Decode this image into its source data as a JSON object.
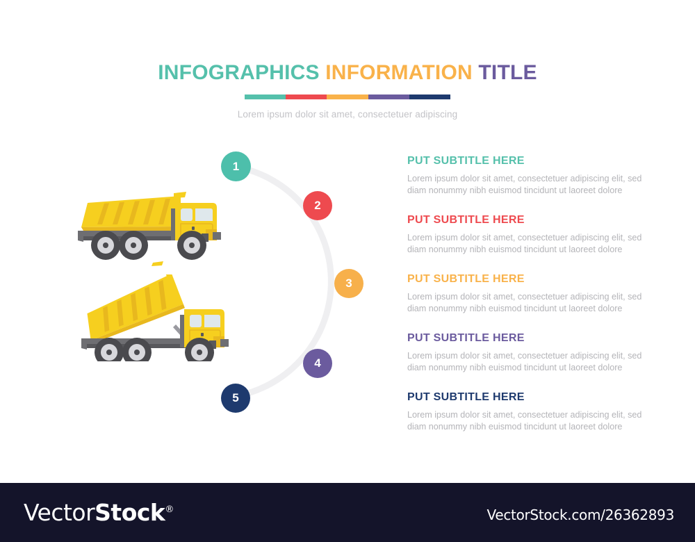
{
  "header": {
    "title_part1": "INFOGRAPHICS",
    "title_part2": "INFORMATION",
    "title_part3": "TITLE",
    "tagline": "Lorem ipsum dolor sit amet, consectetuer adipiscing",
    "rule_colors": [
      "#55c0ab",
      "#ee4a4f",
      "#f9b24a",
      "#6b5b9e",
      "#1e3a6e"
    ]
  },
  "palette": {
    "teal": "#55c0ab",
    "red": "#ee4a4f",
    "orange": "#f9b24a",
    "purple": "#6b5b9e",
    "navy": "#1e3a6e",
    "arc": "#efeff1",
    "body_text": "#b4b4b8",
    "footer_bg": "#14142a",
    "truck_yellow": "#f6cf1f",
    "truck_yellow_dark": "#e8b81e",
    "truck_gray": "#6e6e72",
    "truck_gray_dark": "#58585c",
    "tire": "#4a4a4e",
    "hub": "#d8d8dc",
    "window": "#dfe8ec"
  },
  "steps": [
    {
      "number": "1",
      "color": "#4dbfab"
    },
    {
      "number": "2",
      "color": "#ee4a4f"
    },
    {
      "number": "3",
      "color": "#f7b04b"
    },
    {
      "number": "4",
      "color": "#6b5b9e"
    },
    {
      "number": "5",
      "color": "#1e3a6e"
    }
  ],
  "blocks": [
    {
      "title": "PUT SUBTITLE HERE",
      "color": "#55c0ab",
      "description": "Lorem ipsum dolor sit amet, consectetuer adipiscing elit, sed diam nonummy nibh euismod tincidunt ut laoreet dolore"
    },
    {
      "title": "PUT SUBTITLE HERE",
      "color": "#ee4a4f",
      "description": "Lorem ipsum dolor sit amet, consectetuer adipiscing elit, sed diam nonummy nibh euismod tincidunt ut laoreet dolore"
    },
    {
      "title": "PUT SUBTITLE HERE",
      "color": "#f9b24a",
      "description": "Lorem ipsum dolor sit amet, consectetuer adipiscing elit, sed diam nonummy nibh euismod tincidunt ut laoreet dolore"
    },
    {
      "title": "PUT SUBTITLE HERE",
      "color": "#6b5b9e",
      "description": "Lorem ipsum dolor sit amet, consectetuer adipiscing elit, sed diam nonummy nibh euismod tincidunt ut laoreet dolore"
    },
    {
      "title": "PUT SUBTITLE HERE",
      "color": "#1e3a6e",
      "description": "Lorem ipsum dolor sit amet, consectetuer adipiscing elit, sed diam nonummy nibh euismod tincidunt ut laoreet dolore"
    }
  ],
  "illustration": {
    "truck_1_name": "dump-truck-bed-down",
    "truck_2_name": "dump-truck-bed-raised"
  },
  "footer": {
    "logo_light": "Vector",
    "logo_bold": "Stock",
    "logo_reg": "®",
    "url": "VectorStock.com/26362893"
  }
}
